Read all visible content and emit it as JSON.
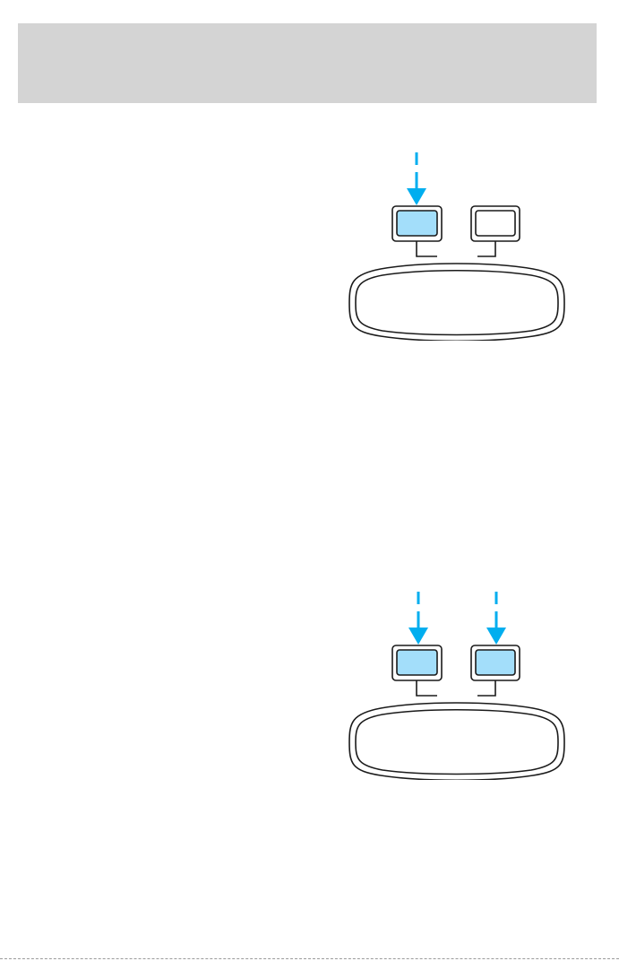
{
  "header": {
    "text": ""
  },
  "colors": {
    "header_band": "#d4d4d4",
    "arrow": "#00aeef",
    "button_pressed": "#a3defa",
    "outline": "#1a1a1a",
    "page": "#ffffff"
  },
  "figures": [
    {
      "pressed_buttons": [
        "left"
      ]
    },
    {
      "pressed_buttons": [
        "left",
        "right"
      ]
    }
  ]
}
